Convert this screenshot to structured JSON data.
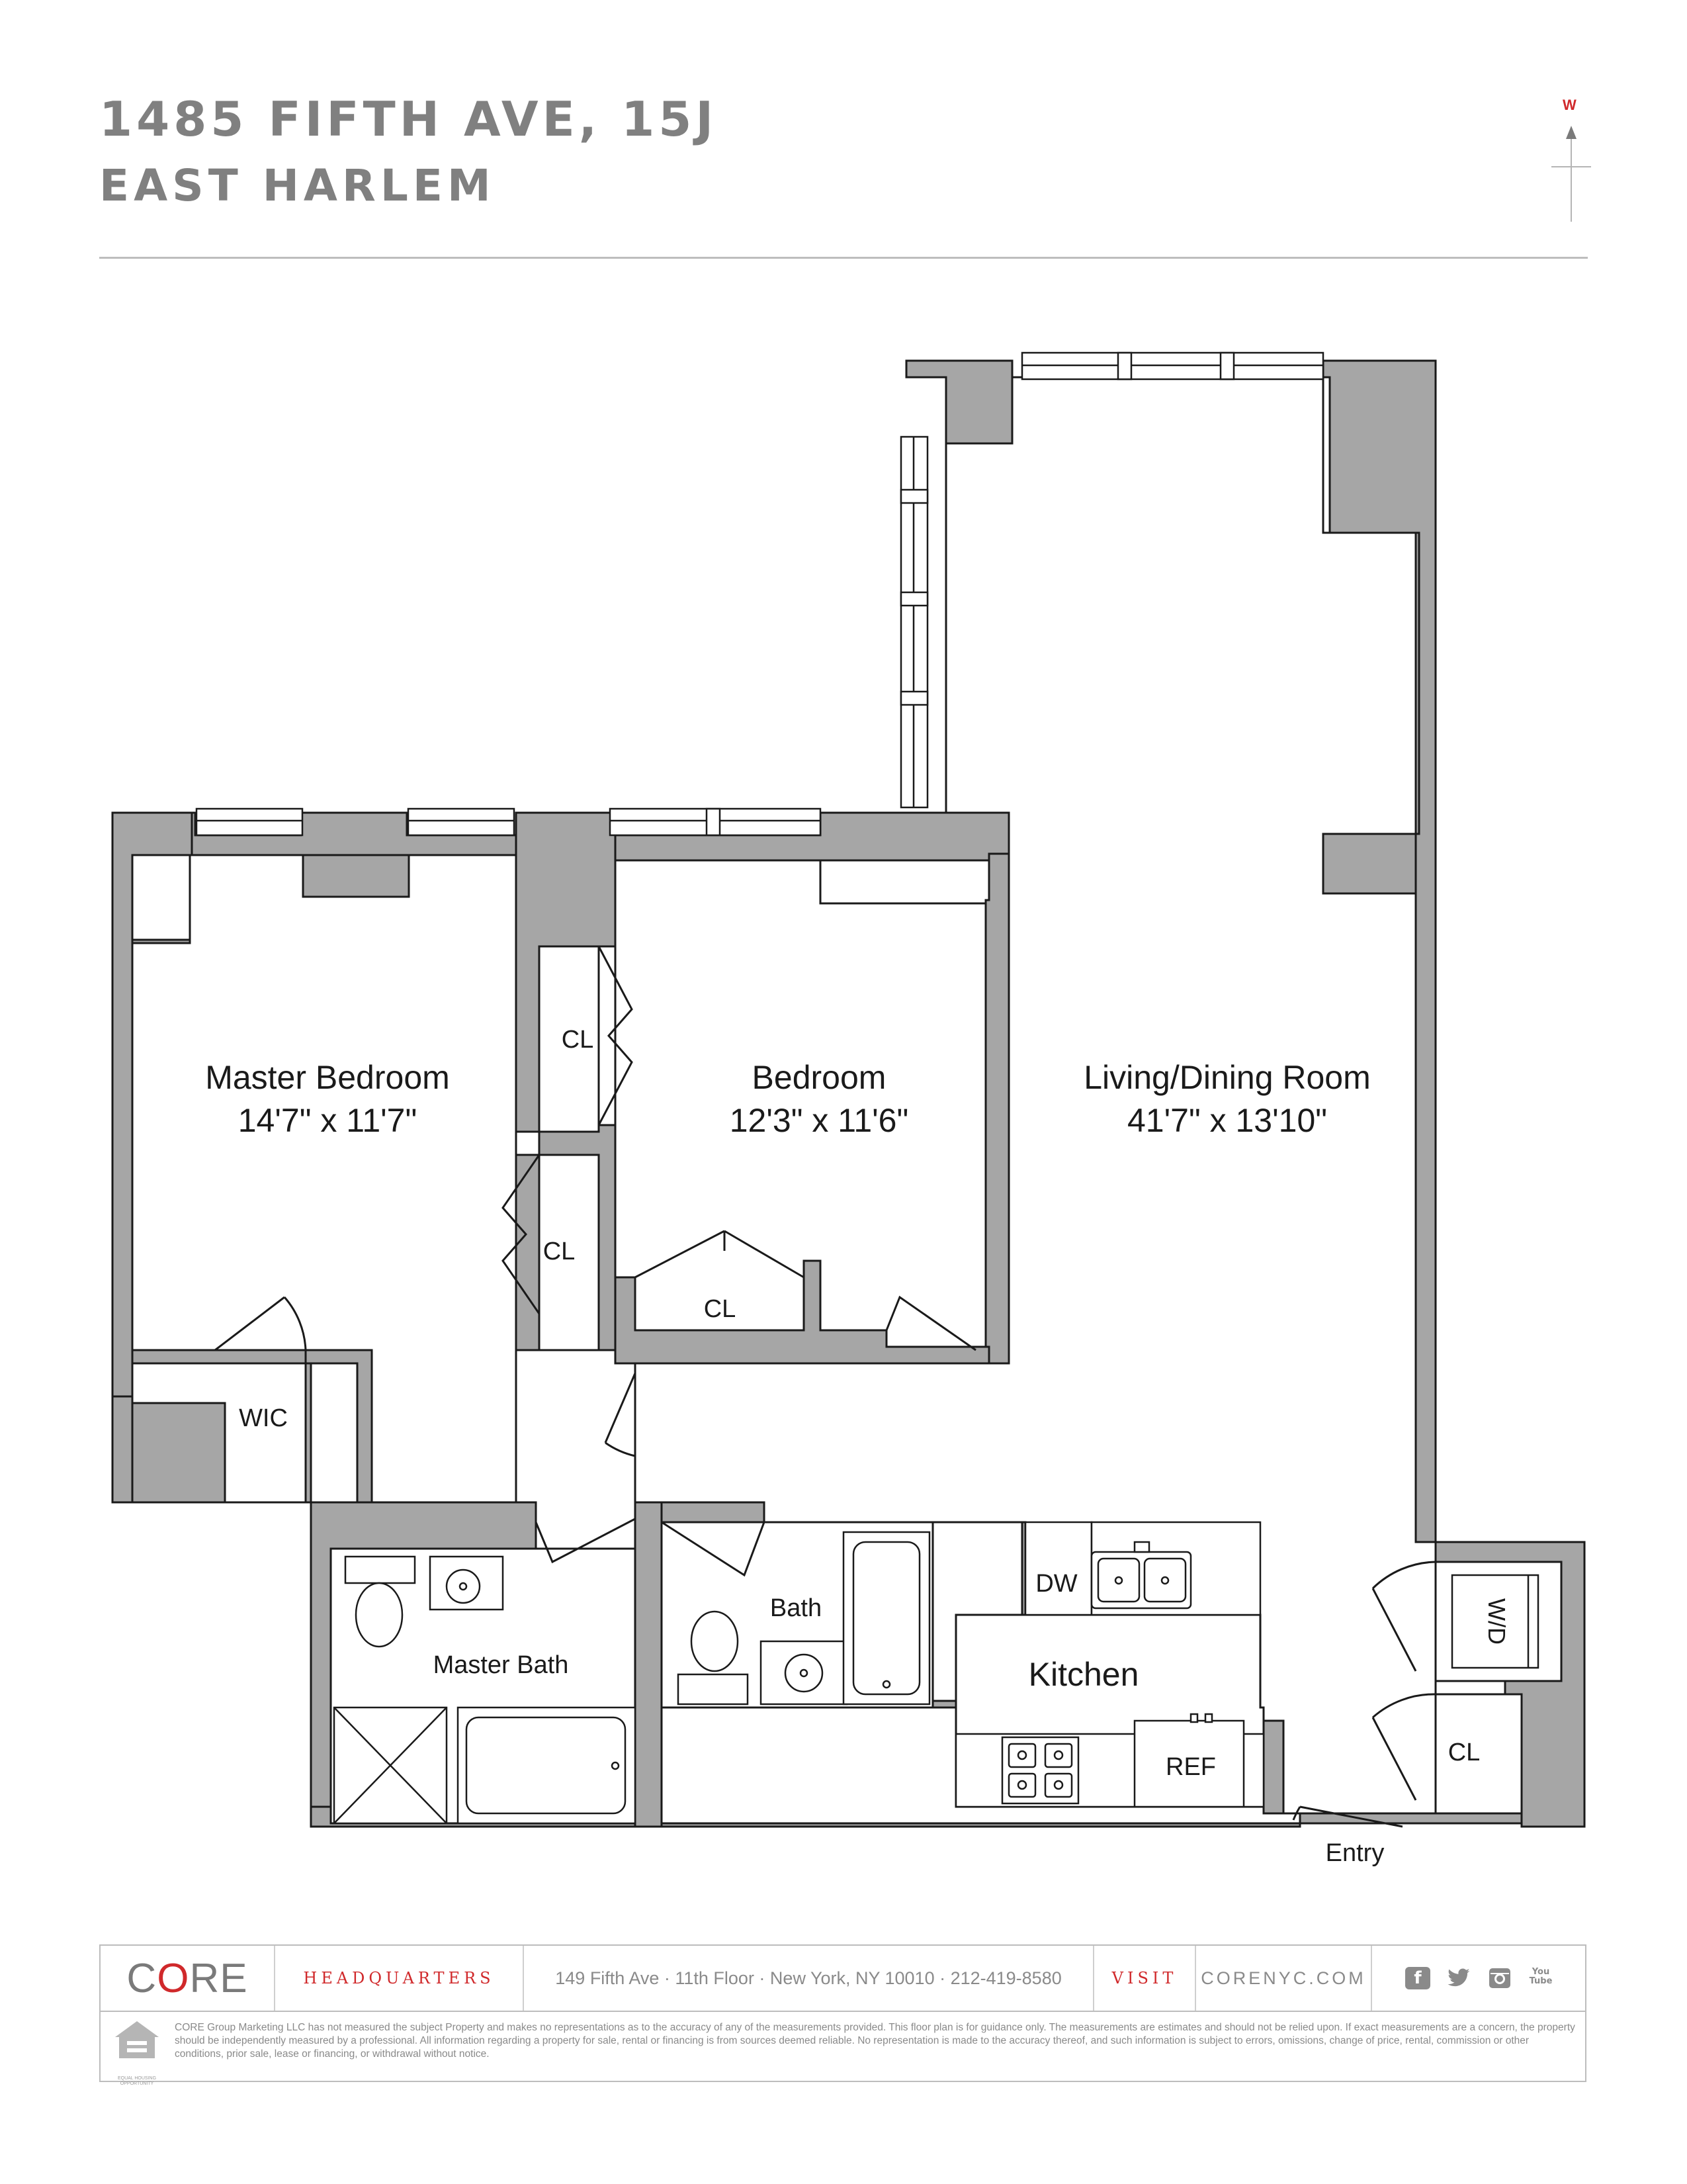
{
  "header": {
    "address": "1485 FIFTH AVE, 15J",
    "neighborhood": "EAST HARLEM",
    "compass_label": "W"
  },
  "rooms": {
    "master_bedroom": {
      "name": "Master Bedroom",
      "dims": "14'7\" x 11'7\""
    },
    "bedroom": {
      "name": "Bedroom",
      "dims": "12'3\" x 11'6\""
    },
    "living": {
      "name": "Living/Dining Room",
      "dims": "41'7\" x 13'10\""
    },
    "labels": {
      "cl": "CL",
      "wic": "WIC",
      "master_bath": "Master Bath",
      "bath": "Bath",
      "dw": "DW",
      "kitchen": "Kitchen",
      "ref": "REF",
      "wd": "W/D",
      "entry": "Entry"
    }
  },
  "footer": {
    "logo_left": "C",
    "logo_o": "O",
    "logo_right": "RE",
    "hq_label": "HEADQUARTERS",
    "address": "149 Fifth Ave · 11th Floor · New York, NY 10010 · 212-419-8580",
    "visit_label": "VISIT",
    "website": "CORENYC.COM",
    "social": [
      "facebook-icon",
      "twitter-icon",
      "instagram-icon",
      "youtube-icon"
    ],
    "social_glyphs": {
      "facebook": "f",
      "youtube": "You Tube"
    },
    "disclaimer": "CORE Group Marketing LLC has not measured the subject Property and makes no representations as to the accuracy of any of the measurements provided. This floor plan is for guidance only. The measurements are estimates and should not be relied upon. If exact measurements are a concern, the property should be independently measured by a professional. All information regarding a property for sale, rental or financing is from sources deemed reliable. No representation is made to the accuracy thereof, and such information is subject to errors, omissions, change of price, rental, commission or other conditions, prior sale, lease or financing, or withdrawal without notice.",
    "eho_text": "EQUAL HOUSING OPPORTUNITY"
  },
  "colors": {
    "wall": "#a6a6a6",
    "line": "#1a1a1a",
    "header_text": "#808080",
    "accent_red": "#d0292b"
  }
}
